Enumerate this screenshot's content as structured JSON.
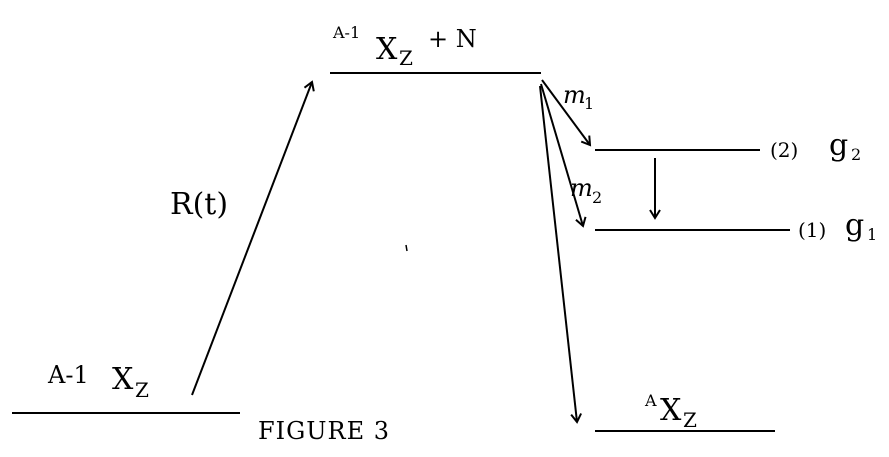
{
  "top_level": {
    "superscript": "A-1",
    "species": "X",
    "subscript": "Z",
    "suffix": "+ N"
  },
  "ground_level": {
    "superscript": "A-1",
    "species": "X",
    "subscript": "Z"
  },
  "product_level": {
    "superscript": "A",
    "species": "X",
    "subscript": "Z"
  },
  "transition_label": "R(t)",
  "level_2": {
    "index": "(2)",
    "degeneracy": "g",
    "degeneracy_sub": "2"
  },
  "level_1": {
    "index": "(1)",
    "degeneracy": "g",
    "degeneracy_sub": "1"
  },
  "branch_labels": {
    "m1": "m",
    "m1_sub": "1",
    "m2": "m",
    "m2_sub": "2"
  },
  "caption": "FIGURE 3",
  "colors": {
    "ink": "#000000",
    "background": "#ffffff"
  }
}
